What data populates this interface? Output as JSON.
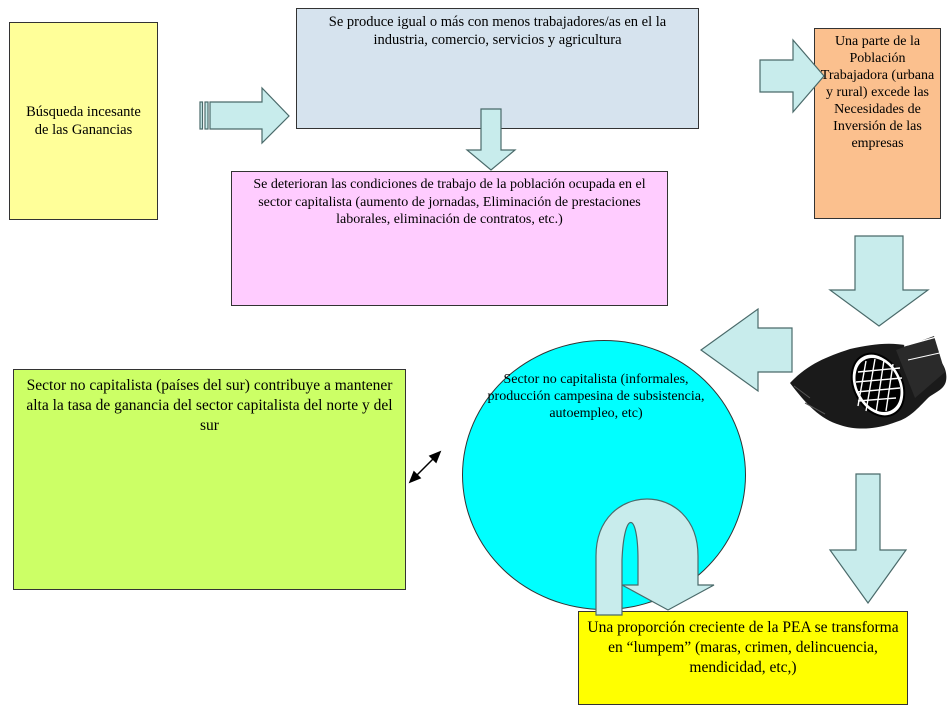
{
  "boxes": {
    "busqueda": "Búsqueda incesante de las Ganancias",
    "produce": "Se produce igual o más con  menos trabajadores/as en el la industria, comercio, servicios y agricultura",
    "deterioran": "Se deterioran las condiciones de trabajo de la población ocupada en el sector capitalista (aumento de jornadas, Eliminación de prestaciones laborales, eliminación de contratos, etc.)",
    "poblacion": "Una parte de la Población Trabajadora (urbana y rural) excede las Necesidades de Inversión de las empresas",
    "nocap_sur": "Sector no capitalista (países del sur) contribuye a mantener alta la tasa de ganancia del sector capitalista del norte y del sur",
    "sector_informal": "Sector no capitalista (informales, producción campesina de subsistencia, autoempleo, etc)",
    "lumpem": "Una proporción creciente de la PEA se transforma en “lumpem” (maras, crimen, delincuencia, mendicidad,  etc,)"
  },
  "colors": {
    "arrow_fill": "#c8ecec",
    "yellow_light": "#ffff99",
    "blue_gray": "#d6e3ee",
    "pink": "#ffccff",
    "orange": "#fbc08e",
    "green": "#ccff66",
    "cyan": "#00ffff",
    "yellow": "#ffff00"
  },
  "icons": {
    "sewer_pipe": "sewer-pipe-icon"
  }
}
